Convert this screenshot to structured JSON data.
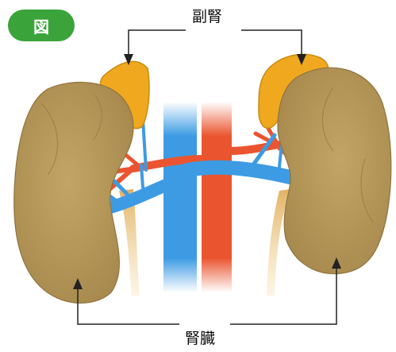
{
  "badge": {
    "text": "図",
    "color": "#3aa43a"
  },
  "labels": {
    "adrenal": "副腎",
    "kidney": "腎臓"
  },
  "colors": {
    "kidney": "#b89a5c",
    "adrenal": "#f0a81e",
    "vein": "#3d9be3",
    "artery": "#ea5530",
    "ureter": "#e9c88a"
  },
  "icons": [
    "arrow-down-icon",
    "arrow-up-icon"
  ]
}
